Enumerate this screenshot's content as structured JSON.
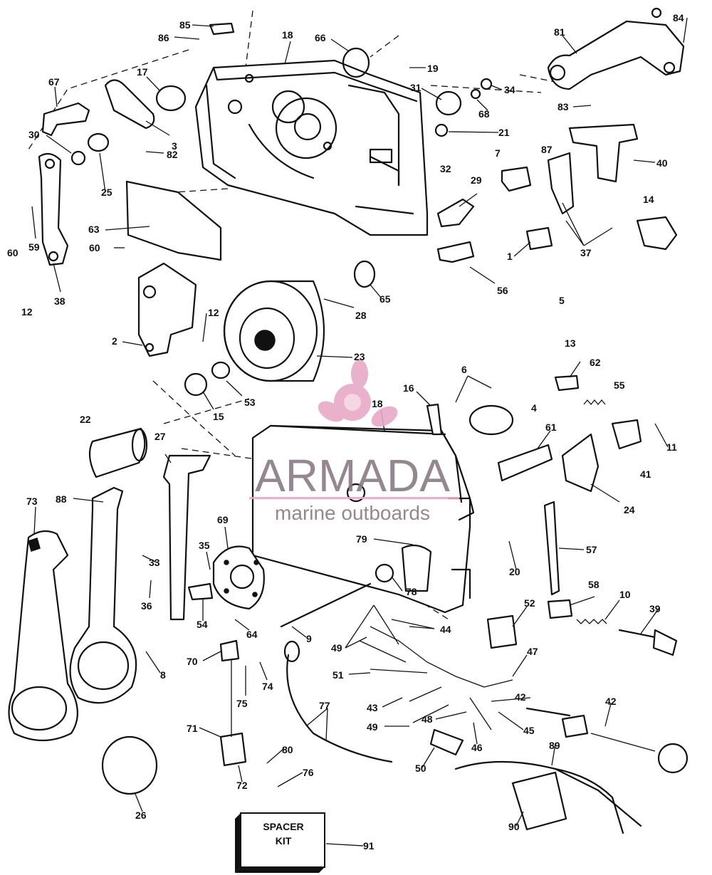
{
  "watermark": {
    "brand": "ARMADA",
    "tagline": "marine outboards",
    "logo_color": "#e7a9c6",
    "text_color": "#8a7b85",
    "icon": "propeller-logo-icon"
  },
  "spacer_kit": {
    "line1": "SPACER",
    "line2": "KIT"
  },
  "callouts": [
    {
      "id": "c85",
      "label": "85"
    },
    {
      "id": "c86",
      "label": "86"
    },
    {
      "id": "c18a",
      "label": "18"
    },
    {
      "id": "c66",
      "label": "66"
    },
    {
      "id": "c19",
      "label": "19"
    },
    {
      "id": "c81",
      "label": "81"
    },
    {
      "id": "c84",
      "label": "84"
    },
    {
      "id": "c17",
      "label": "17"
    },
    {
      "id": "c67",
      "label": "67"
    },
    {
      "id": "c31",
      "label": "31"
    },
    {
      "id": "c34",
      "label": "34"
    },
    {
      "id": "c83",
      "label": "83"
    },
    {
      "id": "c68",
      "label": "68"
    },
    {
      "id": "c21",
      "label": "21"
    },
    {
      "id": "c3",
      "label": "3"
    },
    {
      "id": "c30",
      "label": "30"
    },
    {
      "id": "c82",
      "label": "82"
    },
    {
      "id": "c7",
      "label": "7"
    },
    {
      "id": "c87",
      "label": "87"
    },
    {
      "id": "c40",
      "label": "40"
    },
    {
      "id": "c25",
      "label": "25"
    },
    {
      "id": "c32",
      "label": "32"
    },
    {
      "id": "c29",
      "label": "29"
    },
    {
      "id": "c14",
      "label": "14"
    },
    {
      "id": "c63",
      "label": "63"
    },
    {
      "id": "c59",
      "label": "59"
    },
    {
      "id": "c60a",
      "label": "60"
    },
    {
      "id": "c60b",
      "label": "60"
    },
    {
      "id": "c37",
      "label": "37"
    },
    {
      "id": "c1",
      "label": "1"
    },
    {
      "id": "c56",
      "label": "56"
    },
    {
      "id": "c5",
      "label": "5"
    },
    {
      "id": "c38",
      "label": "38"
    },
    {
      "id": "c12a",
      "label": "12"
    },
    {
      "id": "c65",
      "label": "65"
    },
    {
      "id": "c12b",
      "label": "12"
    },
    {
      "id": "c28",
      "label": "28"
    },
    {
      "id": "c2",
      "label": "2"
    },
    {
      "id": "c23",
      "label": "23"
    },
    {
      "id": "c13",
      "label": "13"
    },
    {
      "id": "c62",
      "label": "62"
    },
    {
      "id": "c6",
      "label": "6"
    },
    {
      "id": "c55",
      "label": "55"
    },
    {
      "id": "c16",
      "label": "16"
    },
    {
      "id": "c18b",
      "label": "18"
    },
    {
      "id": "c4",
      "label": "4"
    },
    {
      "id": "c53",
      "label": "53"
    },
    {
      "id": "c15",
      "label": "15"
    },
    {
      "id": "c22",
      "label": "22"
    },
    {
      "id": "c27",
      "label": "27"
    },
    {
      "id": "c61",
      "label": "61"
    },
    {
      "id": "c11",
      "label": "11"
    },
    {
      "id": "c41",
      "label": "41"
    },
    {
      "id": "c73",
      "label": "73"
    },
    {
      "id": "c88",
      "label": "88"
    },
    {
      "id": "c24",
      "label": "24"
    },
    {
      "id": "c69",
      "label": "69"
    },
    {
      "id": "c33",
      "label": "33"
    },
    {
      "id": "c35",
      "label": "35"
    },
    {
      "id": "c79",
      "label": "79"
    },
    {
      "id": "c57",
      "label": "57"
    },
    {
      "id": "c20",
      "label": "20"
    },
    {
      "id": "c36",
      "label": "36"
    },
    {
      "id": "c78",
      "label": "78"
    },
    {
      "id": "c58",
      "label": "58"
    },
    {
      "id": "c10",
      "label": "10"
    },
    {
      "id": "c39",
      "label": "39"
    },
    {
      "id": "c54",
      "label": "54"
    },
    {
      "id": "c64",
      "label": "64"
    },
    {
      "id": "c52",
      "label": "52"
    },
    {
      "id": "c44",
      "label": "44"
    },
    {
      "id": "c9",
      "label": "9"
    },
    {
      "id": "c49a",
      "label": "49"
    },
    {
      "id": "c47",
      "label": "47"
    },
    {
      "id": "c70",
      "label": "70"
    },
    {
      "id": "c8",
      "label": "8"
    },
    {
      "id": "c74",
      "label": "74"
    },
    {
      "id": "c51",
      "label": "51"
    },
    {
      "id": "c75",
      "label": "75"
    },
    {
      "id": "c42a",
      "label": "42"
    },
    {
      "id": "c42b",
      "label": "42"
    },
    {
      "id": "c77",
      "label": "77"
    },
    {
      "id": "c43",
      "label": "43"
    },
    {
      "id": "c48",
      "label": "48"
    },
    {
      "id": "c49b",
      "label": "49"
    },
    {
      "id": "c45",
      "label": "45"
    },
    {
      "id": "c71",
      "label": "71"
    },
    {
      "id": "c46",
      "label": "46"
    },
    {
      "id": "c89",
      "label": "89"
    },
    {
      "id": "c80",
      "label": "80"
    },
    {
      "id": "c50",
      "label": "50"
    },
    {
      "id": "c72",
      "label": "72"
    },
    {
      "id": "c76",
      "label": "76"
    },
    {
      "id": "c26",
      "label": "26"
    },
    {
      "id": "c90",
      "label": "90"
    },
    {
      "id": "c91",
      "label": "91"
    }
  ]
}
